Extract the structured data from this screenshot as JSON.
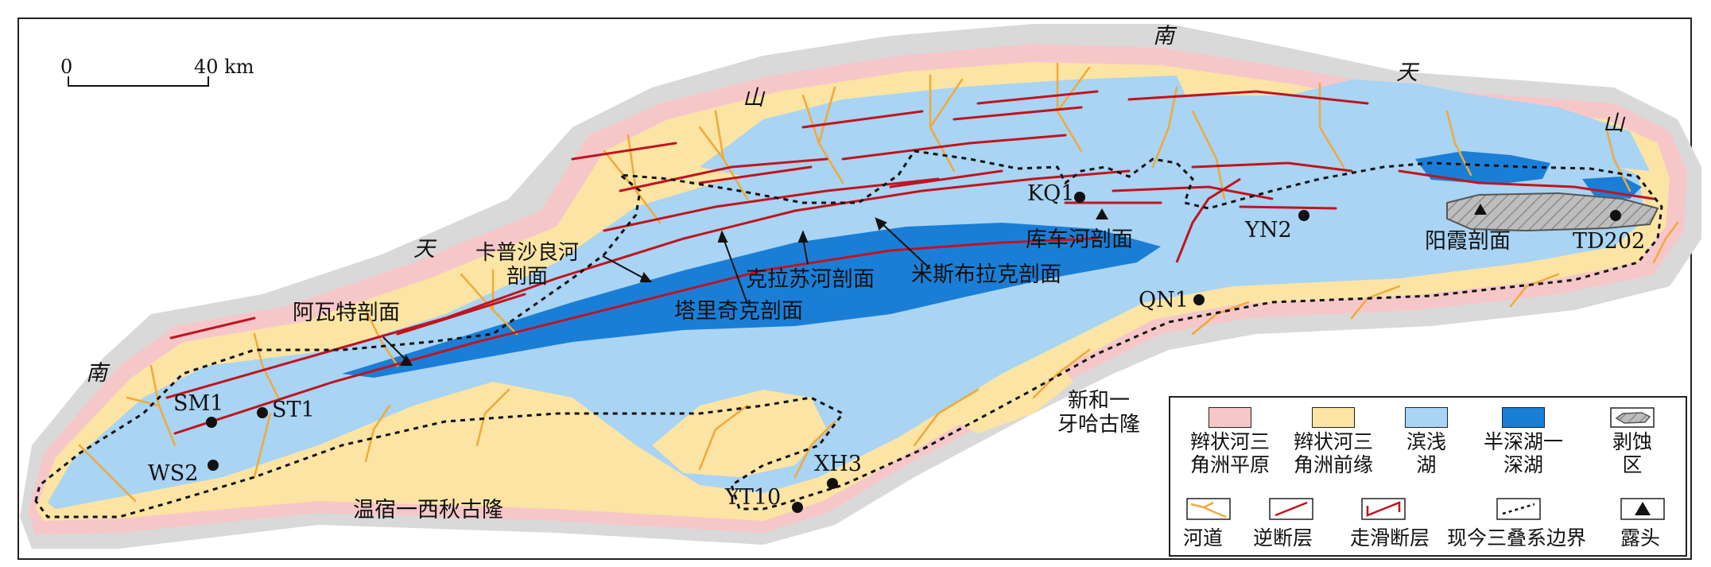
{
  "scale_bar": {
    "start": "0",
    "end": "40 km"
  },
  "mountains": [
    "南",
    "天",
    "山",
    "天",
    "南",
    "山"
  ],
  "sections": {
    "kapusha_line1": "卡普沙良河",
    "kapusha_line2": "剖面",
    "awate": "阿瓦特剖面",
    "talqike": "塔里奇克剖面",
    "kelasu": "克拉苏河剖面",
    "misibu": "米斯布拉克剖面",
    "kuche": "库车河剖面",
    "yangxia": "阳霞剖面"
  },
  "wells": [
    "KQ1",
    "YN2",
    "TD202",
    "QN1",
    "SM1",
    "ST1",
    "WS2",
    "XH3",
    "YT10"
  ],
  "highs": {
    "xinhe_line1": "新和一",
    "xinhe_line2": "牙哈古隆",
    "wensu": "温宿一西秋古隆"
  },
  "legend": {
    "braided_plain_line1": "辫状河三",
    "braided_plain_line2": "角洲平原",
    "braided_front_line1": "辫状河三",
    "braided_front_line2": "角洲前缘",
    "shore_line1": "滨浅",
    "shore_line2": "湖",
    "deep_line1": "半深湖一",
    "deep_line2": "深湖",
    "eroded_line1": "剥蚀",
    "eroded_line2": "区",
    "channel": "河道",
    "thrust": "逆断层",
    "strike_slip": "走滑断层",
    "triassic_boundary": "现今三叠系边界",
    "outcrop": "露头"
  },
  "colors": {
    "mountain_gray": "#d9d9d9",
    "braided_plain": "#f6c7c9",
    "braided_front": "#fbe4a4",
    "shore_lake": "#a9d4f3",
    "deep_lake": "#1a7ed6",
    "channel": "#f0a93a",
    "fault": "#c0141f",
    "eroded": "#bdbdbd"
  }
}
